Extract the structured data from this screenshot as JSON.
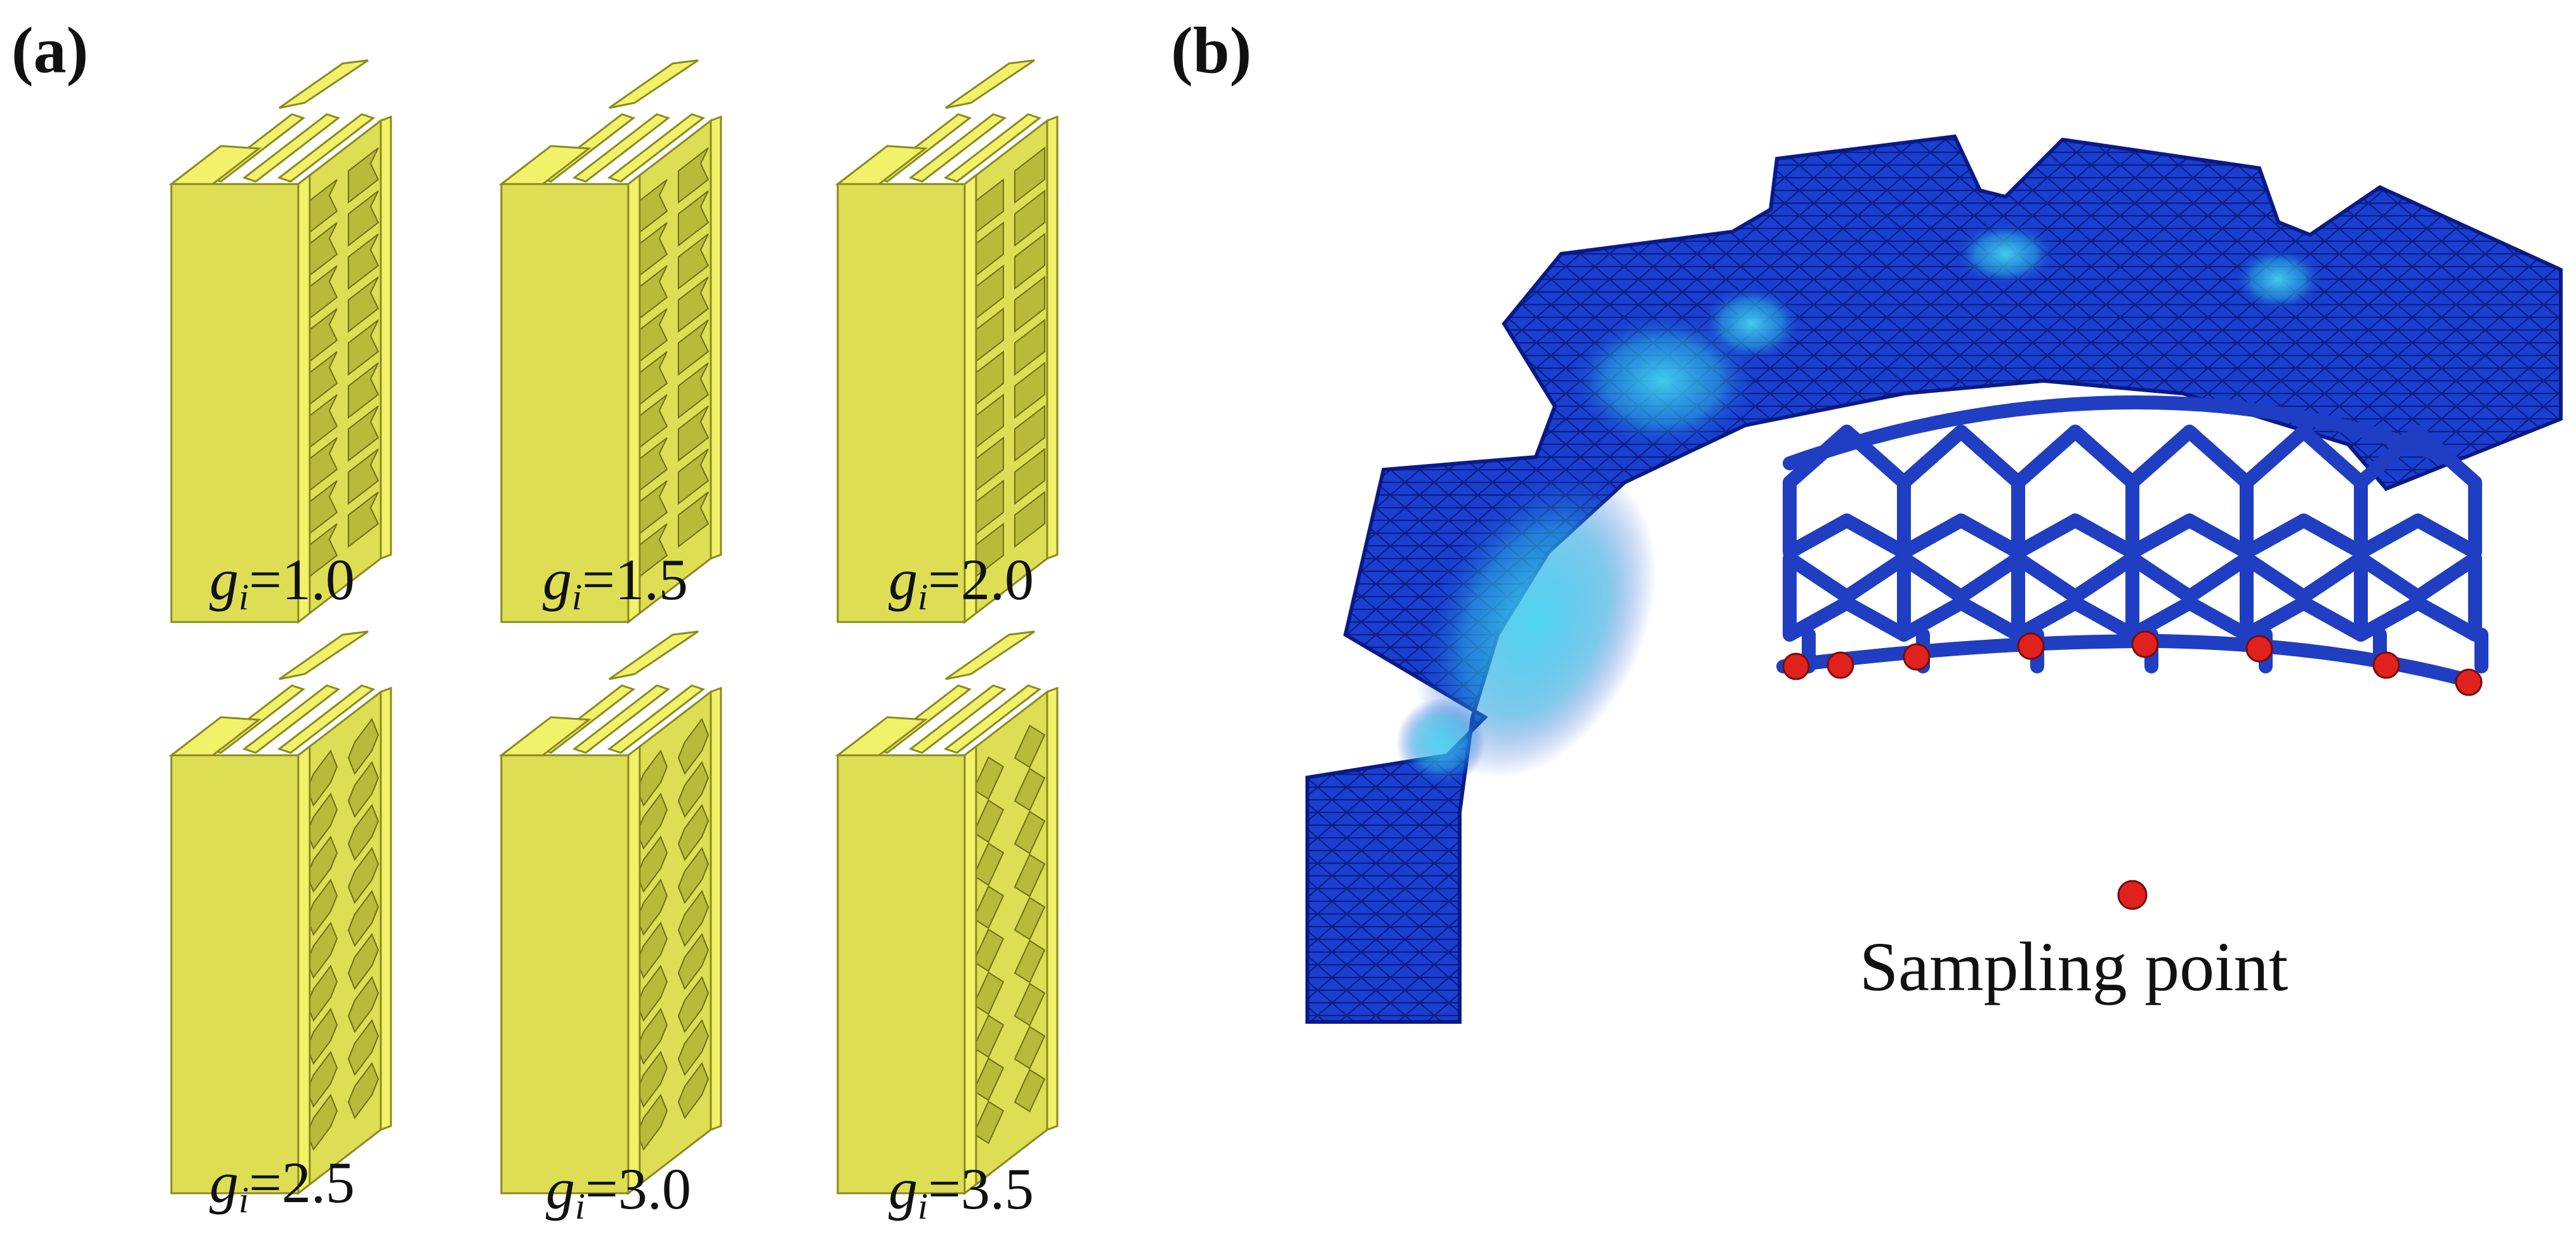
{
  "panels": [
    {
      "id": "a",
      "label": "(a)",
      "cells": [
        {
          "var": "g",
          "sub": "i",
          "value": "=1.0",
          "pattern": "reentrant",
          "gi": 1.0
        },
        {
          "var": "g",
          "sub": "i",
          "value": "=1.5",
          "pattern": "reentrant",
          "gi": 1.5
        },
        {
          "var": "g",
          "sub": "i",
          "value": "=2.0",
          "pattern": "rect",
          "gi": 2.0
        },
        {
          "var": "g",
          "sub": "i",
          "value": "=2.5",
          "pattern": "hex",
          "gi": 2.5
        },
        {
          "var": "g",
          "sub": "i",
          "value": "=3.0",
          "pattern": "hex",
          "gi": 3.0
        },
        {
          "var": "g",
          "sub": "i",
          "value": "=3.5",
          "pattern": "diamond",
          "gi": 3.5
        }
      ]
    },
    {
      "id": "b",
      "label": "(b)",
      "legend": "Sampling point",
      "sampling_points": 8
    }
  ],
  "colors": {
    "yellow_light": "#f2f26a",
    "yellow_mid": "#dede55",
    "yellow_dark": "#b9b93a",
    "mesh_blue": "#1a3fd1",
    "mesh_dark": "#0d1fae",
    "stress_cyan": "#2fc0e8",
    "lattice": "#1f3ec2",
    "sampling_red": "#e0221e"
  }
}
